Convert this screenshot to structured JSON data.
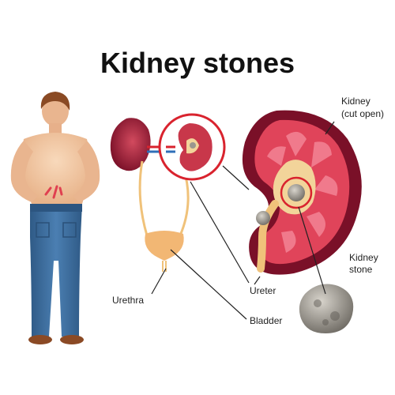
{
  "title": "Kidney stones",
  "labels": {
    "kidney_cut_open_line1": "Kidney",
    "kidney_cut_open_line2": "(cut open)",
    "kidney_stone_line1": "Kidney",
    "kidney_stone_line2": "stone",
    "urethra": "Urethra",
    "ureter": "Ureter",
    "bladder": "Bladder"
  },
  "colors": {
    "kidney_dark": "#7a1028",
    "kidney_red": "#c8374a",
    "medulla": "#e6637a",
    "pelvis": "#f2d49a",
    "ureter": "#f0c27a",
    "callout_ring": "#d9232e",
    "skin": "#f3c9a4",
    "jeans": "#3f6f9e",
    "hair": "#8a4a24",
    "stone": "#9a968e"
  }
}
